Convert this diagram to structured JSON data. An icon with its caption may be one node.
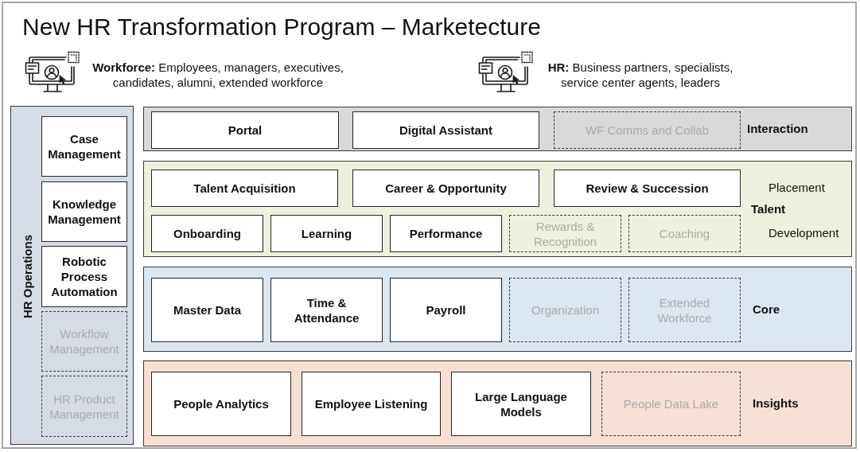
{
  "diagram": {
    "title": "New HR Transformation Program – Marketecture",
    "nodes": [
      {
        "text": [
          "HR Operations"
        ]
      },
      {
        "text": [
          "Case Management"
        ],
        "in": 0
      },
      {
        "text": [
          "Knowledge Management"
        ],
        "in": 0
      },
      {
        "text": [
          "Robotic Process Automation"
        ],
        "in": 0
      },
      {
        "text": [
          "Workflow Management"
        ],
        "in": 0
      },
      {
        "text": [
          "HR Product Management"
        ],
        "in": 0
      },
      {
        "text": [
          "Interaction"
        ]
      },
      {
        "text": [
          "Portal"
        ],
        "in": 6
      },
      {
        "text": [
          "Digital Assistant"
        ],
        "in": 6
      },
      {
        "text": [
          "WF Comms and Collab"
        ],
        "in": 6
      },
      {
        "text": [
          "Placement",
          "Talent",
          "Development"
        ]
      },
      {
        "text": [
          "Talent Acquisition"
        ],
        "in": 10
      },
      {
        "text": [
          "Career & Opportunity"
        ],
        "in": 10
      },
      {
        "text": [
          "Review & Succession"
        ],
        "in": 10
      },
      {
        "text": [
          "Onboarding"
        ],
        "in": 10
      },
      {
        "text": [
          "Learning"
        ],
        "in": 10
      },
      {
        "text": [
          "Performance"
        ],
        "in": 10
      },
      {
        "text": [
          "Rewards & Recognition"
        ],
        "in": 10
      },
      {
        "text": [
          "Coaching"
        ],
        "in": 10
      },
      {
        "text": [
          "Core"
        ]
      },
      {
        "text": [
          "Master Data"
        ],
        "in": 19
      },
      {
        "text": [
          "Time & Attendance"
        ],
        "in": 19
      },
      {
        "text": [
          "Payroll"
        ],
        "in": 19
      },
      {
        "text": [
          "Organization"
        ],
        "in": 19
      },
      {
        "text": [
          "Extended Workforce"
        ],
        "in": 19
      },
      {
        "text": [
          "Insights"
        ]
      },
      {
        "text": [
          "People Analytics"
        ],
        "in": 25
      },
      {
        "text": [
          "Employee Listening"
        ],
        "in": 25
      },
      {
        "text": [
          "Large Language Models"
        ],
        "in": 25
      },
      {
        "text": [
          "People Data Lake"
        ],
        "in": 25
      }
    ],
    "labels": [
      "**Workforce:** Employees, managers, executives, candidates, alumni, extended workforce",
      "**HR:** Business partners, specialists, service center agents, leaders"
    ]
  }
}
